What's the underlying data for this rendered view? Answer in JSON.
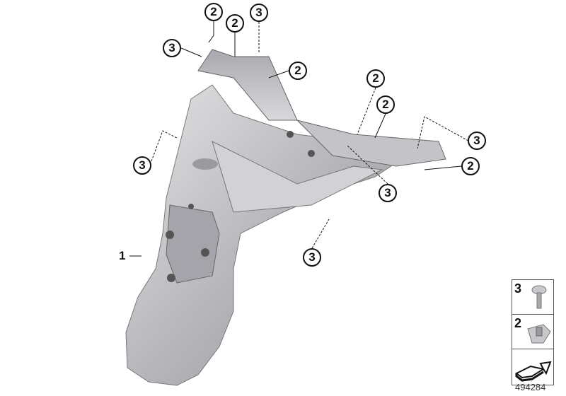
{
  "diagram": {
    "part_label": "1",
    "callouts": [
      {
        "id": "c1",
        "num": "2"
      },
      {
        "id": "c2",
        "num": "2"
      },
      {
        "id": "c3",
        "num": "3"
      },
      {
        "id": "c4",
        "num": "3"
      },
      {
        "id": "c5",
        "num": "2"
      },
      {
        "id": "c6",
        "num": "2"
      },
      {
        "id": "c7",
        "num": "2"
      },
      {
        "id": "c8",
        "num": "3"
      },
      {
        "id": "c9",
        "num": "2"
      },
      {
        "id": "c10",
        "num": "3"
      },
      {
        "id": "c11",
        "num": "3"
      },
      {
        "id": "c12",
        "num": "3"
      }
    ]
  },
  "legend": {
    "items": [
      {
        "num": "3",
        "icon": "screw-icon"
      },
      {
        "num": "2",
        "icon": "clip-nut-icon"
      }
    ],
    "arrow_icon": "arrow-icon"
  },
  "document_number": "494284"
}
